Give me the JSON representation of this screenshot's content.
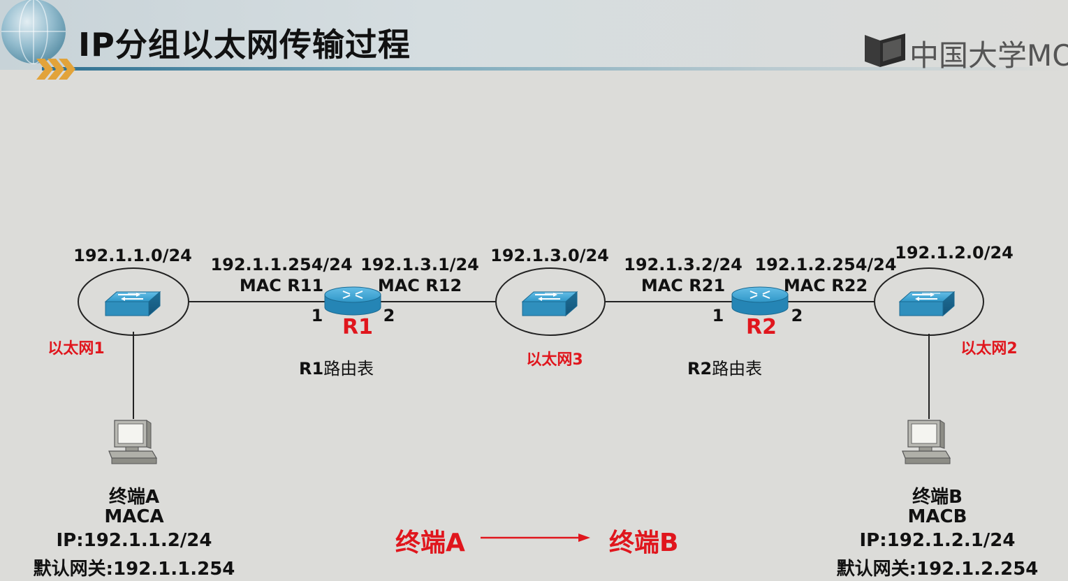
{
  "header": {
    "title": "IP分组以太网传输过程",
    "logo_text": "中国大学MOOC"
  },
  "networks": {
    "net1": {
      "cidr": "192.1.1.0/24",
      "label": "以太网1"
    },
    "net3": {
      "cidr": "192.1.3.0/24",
      "label": "以太网3"
    },
    "net2": {
      "cidr": "192.1.2.0/24",
      "label": "以太网2"
    }
  },
  "routers": {
    "r1": {
      "name": "R1",
      "if1_ip": "192.1.1.254/24",
      "if1_mac": "MAC R11",
      "if1_port": "1",
      "if2_ip": "192.1.3.1/24",
      "if2_mac": "MAC R12",
      "if2_port": "2",
      "table_name": "R1",
      "table_suffix": "路由表"
    },
    "r2": {
      "name": "R2",
      "if1_ip": "192.1.3.2/24",
      "if1_mac": "MAC R21",
      "if1_port": "1",
      "if2_ip": "192.1.2.254/24",
      "if2_mac": "MAC R22",
      "if2_port": "2",
      "table_name": "R2",
      "table_suffix": "路由表"
    }
  },
  "terminals": {
    "a": {
      "name": "终端A",
      "mac": "MACA",
      "ip": "IP:192.1.1.2/24",
      "gateway": "默认网关:192.1.1.254"
    },
    "b": {
      "name": "终端B",
      "mac": "MACB",
      "ip": "IP:192.1.2.1/24",
      "gateway": "默认网关:192.1.2.254"
    }
  },
  "flow": {
    "from": "终端A",
    "to": "终端B"
  },
  "icons": [
    "globe-icon",
    "chevron-icon",
    "mooc-logo-icon",
    "switch-icon",
    "router-icon",
    "computer-icon",
    "arrow-icon"
  ],
  "colors": {
    "accent_red": "#e0161d",
    "device_blue": "#2f97c8",
    "background": "#dcdcd9"
  }
}
